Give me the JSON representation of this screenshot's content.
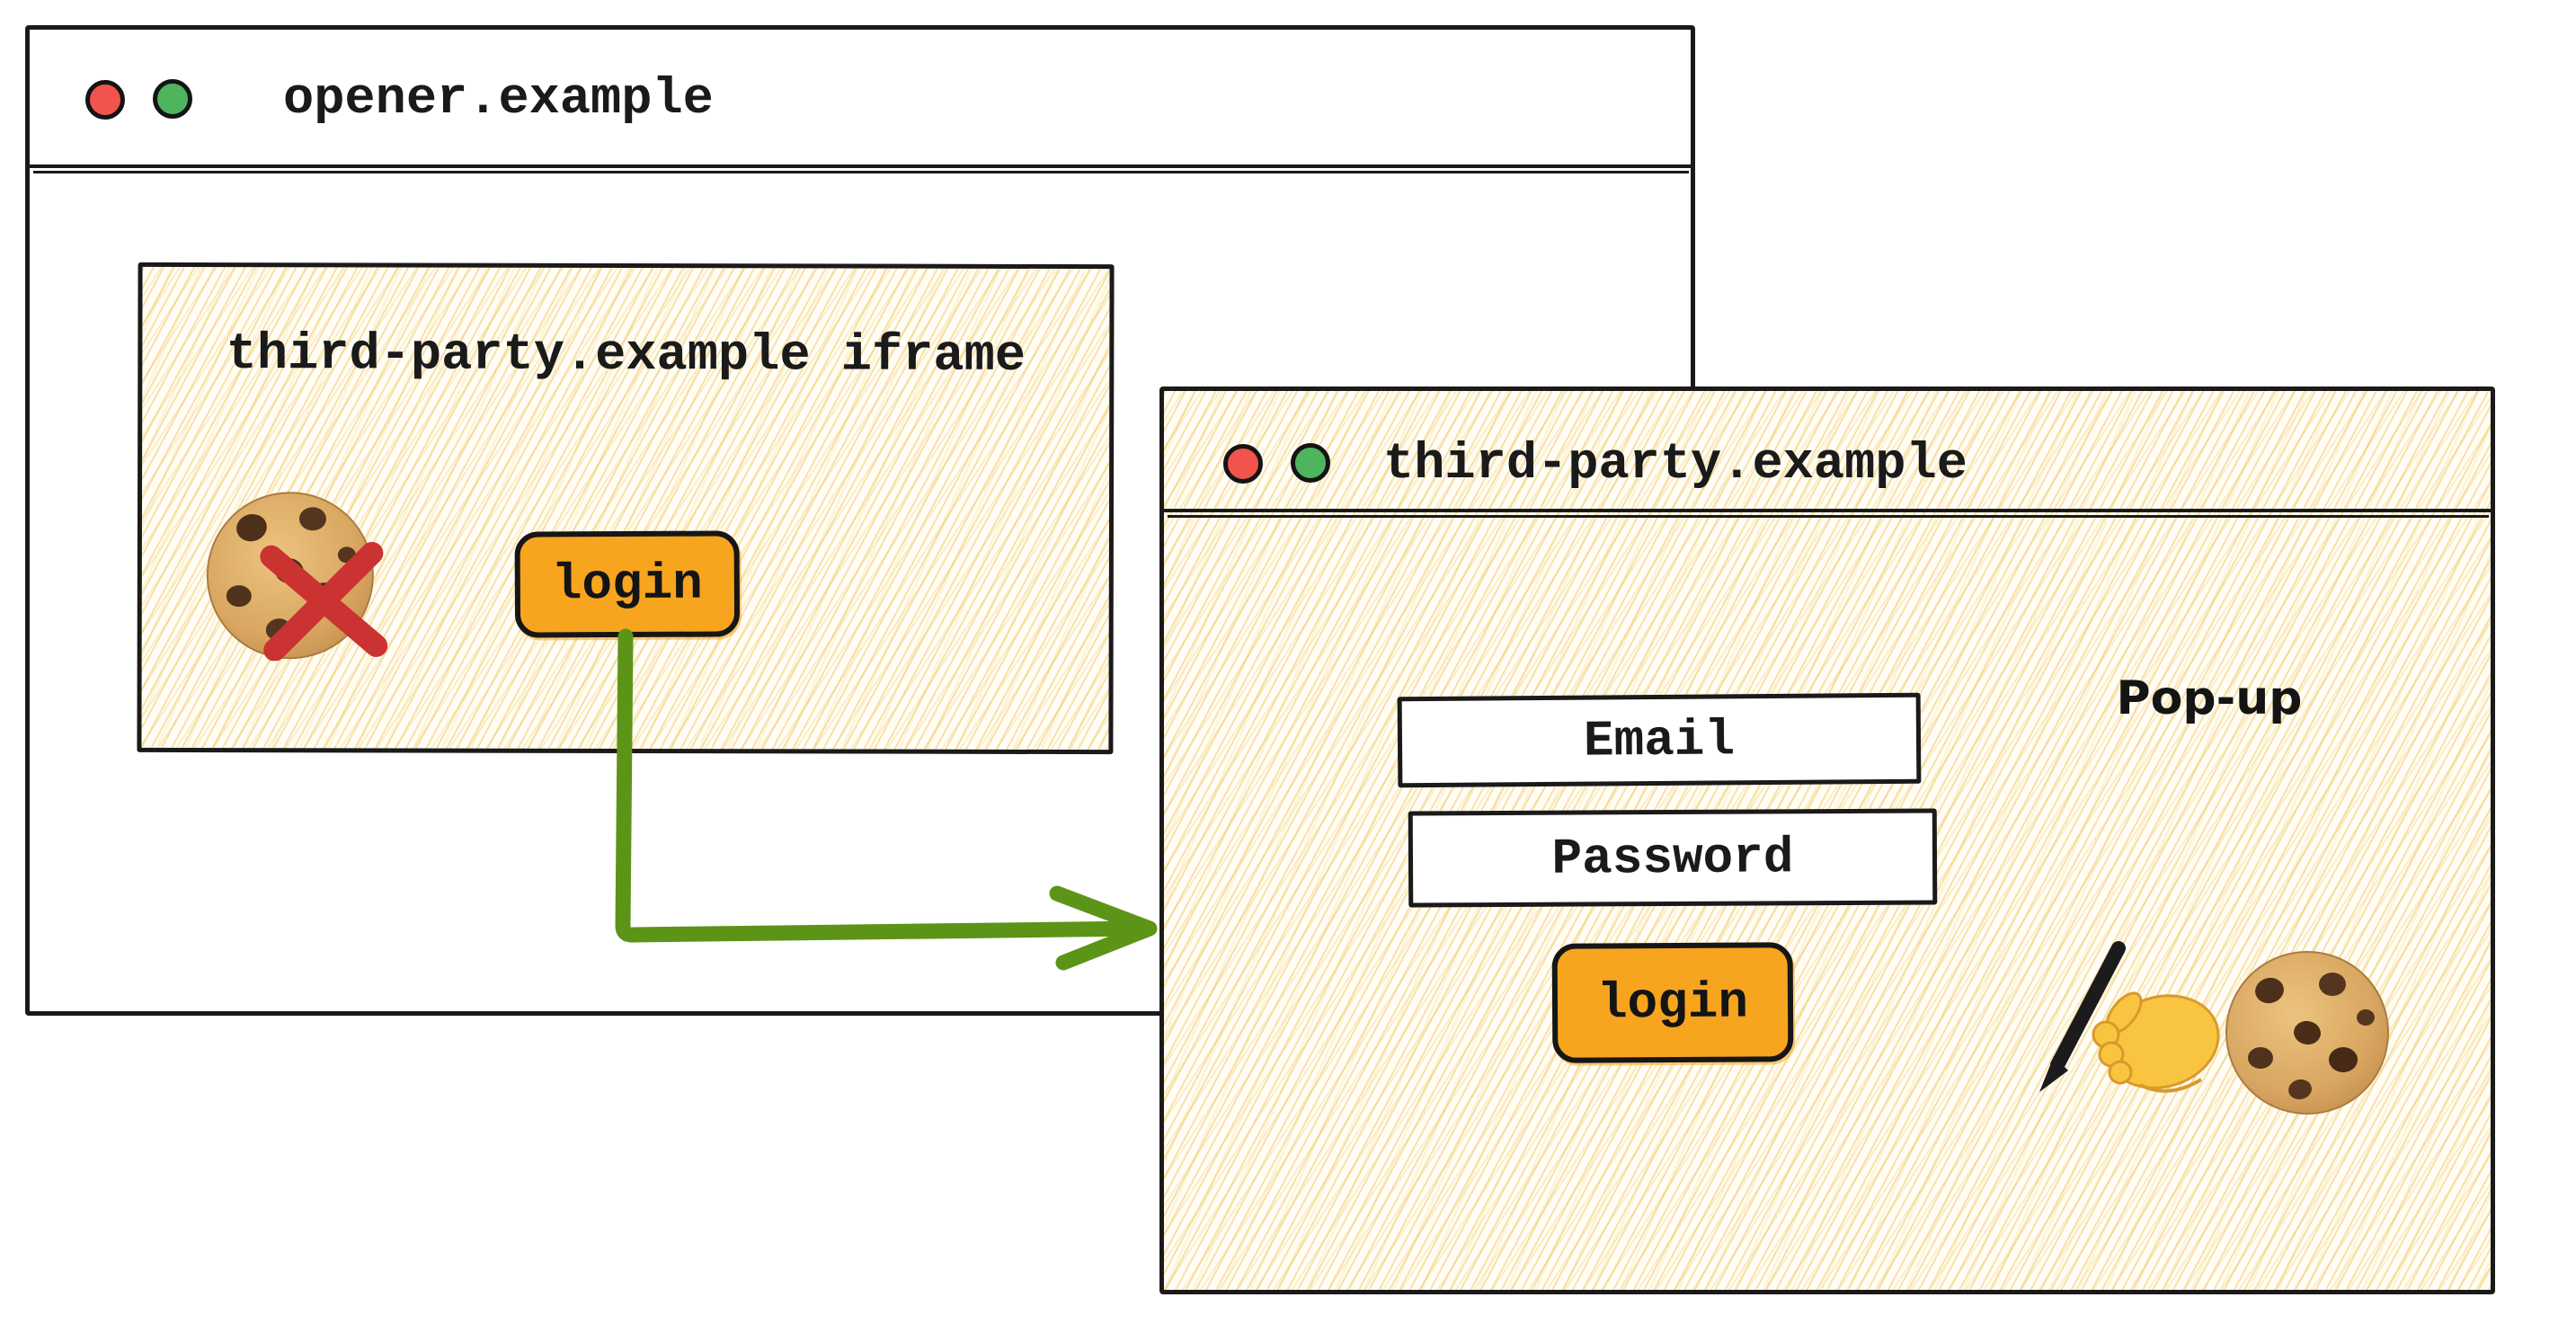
{
  "opener_window": {
    "title": "opener.example",
    "iframe": {
      "label": "third-party.example iframe",
      "login_button_label": "login",
      "blocked_cookie_icon": "cookie-blocked-cross",
      "status": "third-party cookie blocked"
    }
  },
  "popup_window": {
    "title": "third-party.example",
    "popup_label": "Pop-up",
    "email_field_label": "Email",
    "password_field_label": "Password",
    "login_button_label": "login",
    "icons": [
      "writing-hand",
      "cookie"
    ]
  },
  "flow": {
    "arrow": "login-button-to-popup",
    "arrow_color": "#5c9417"
  },
  "colors": {
    "ink": "#1a1a1a",
    "button_orange": "#f7a41f",
    "traffic_red": "#f0544c",
    "traffic_green": "#4eb55d",
    "blocked_x_red": "#cb3232",
    "hatch_yellow": "#f3c968"
  }
}
